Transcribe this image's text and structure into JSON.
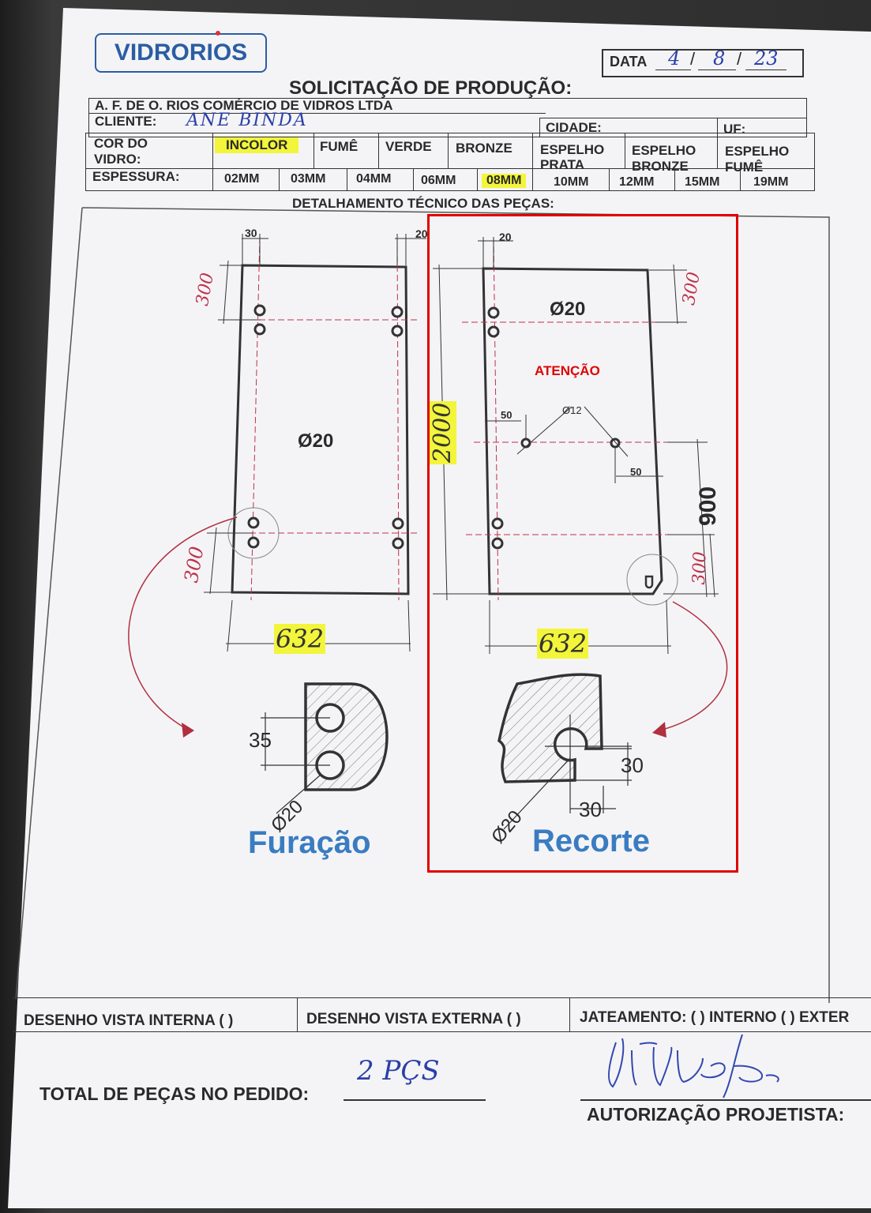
{
  "header": {
    "logo": "VIDRORIOS",
    "date_label": "DATA",
    "date_day": "4",
    "date_month": "8",
    "date_year": "23",
    "title": "SOLICITAÇÃO DE PRODUÇÃO:",
    "company": "A. F. DE O. RIOS COMÉRCIO DE VIDROS LTDA",
    "client_label": "CLIENTE:",
    "client_value": "ANE BINDA",
    "city_label": "CIDADE:",
    "uf_label": "UF:"
  },
  "color_row": {
    "label_line1": "COR DO",
    "label_line2": "VIDRO:",
    "options": [
      "INCOLOR",
      "FUMÊ",
      "VERDE",
      "BRONZE",
      "ESPELHO PRATA",
      "ESPELHO BRONZE",
      "ESPELHO FUMÊ"
    ],
    "selected": "INCOLOR"
  },
  "thickness_row": {
    "label": "ESPESSURA:",
    "options": [
      "02MM",
      "03MM",
      "04MM",
      "06MM",
      "08MM",
      "10MM",
      "12MM",
      "15MM",
      "19MM"
    ],
    "selected": "08MM"
  },
  "drawing": {
    "section_title": "DETALHAMENTO TÉCNICO DAS PEÇAS:",
    "left": {
      "dim_top_left": "30",
      "dim_top_right": "20",
      "dim_side_top": "300",
      "dim_side_bottom": "300",
      "hole_label": "Ø20",
      "width": "632"
    },
    "right": {
      "dim_top": "20",
      "hole_label": "Ø20",
      "height": "2000",
      "dim_side_top": "300",
      "dim_50_left": "50",
      "dim_12": "Ø12",
      "dim_50_right": "50",
      "dim_900": "900",
      "dim_side_bottom": "300",
      "width": "632"
    },
    "attention": "ATENÇÃO",
    "detail_left": {
      "dim_35": "35",
      "dim_d20": "Ø20",
      "title": "Furação"
    },
    "detail_right": {
      "dim_30_v": "30",
      "dim_30_h": "30",
      "dim_d20": "Ø20",
      "title": "Recorte"
    }
  },
  "footer": {
    "internal_view": "DESENHO VISTA INTERNA ( )",
    "external_view": "DESENHO VISTA EXTERNA ( )",
    "sandblast": "JATEAMENTO: ( ) INTERNO ( ) EXTER",
    "total_label": "TOTAL DE PEÇAS NO PEDIDO:",
    "total_value": "2 PÇS",
    "authorization": "AUTORIZAÇÃO PROJETISTA:"
  },
  "colors": {
    "highlight": "#f2f53a",
    "logo_blue": "#2a5da3",
    "ink_blue": "#2b3fa8",
    "dim_red": "#c0304a",
    "attention_red": "#e00000",
    "title_blue": "#3a7cc1"
  }
}
